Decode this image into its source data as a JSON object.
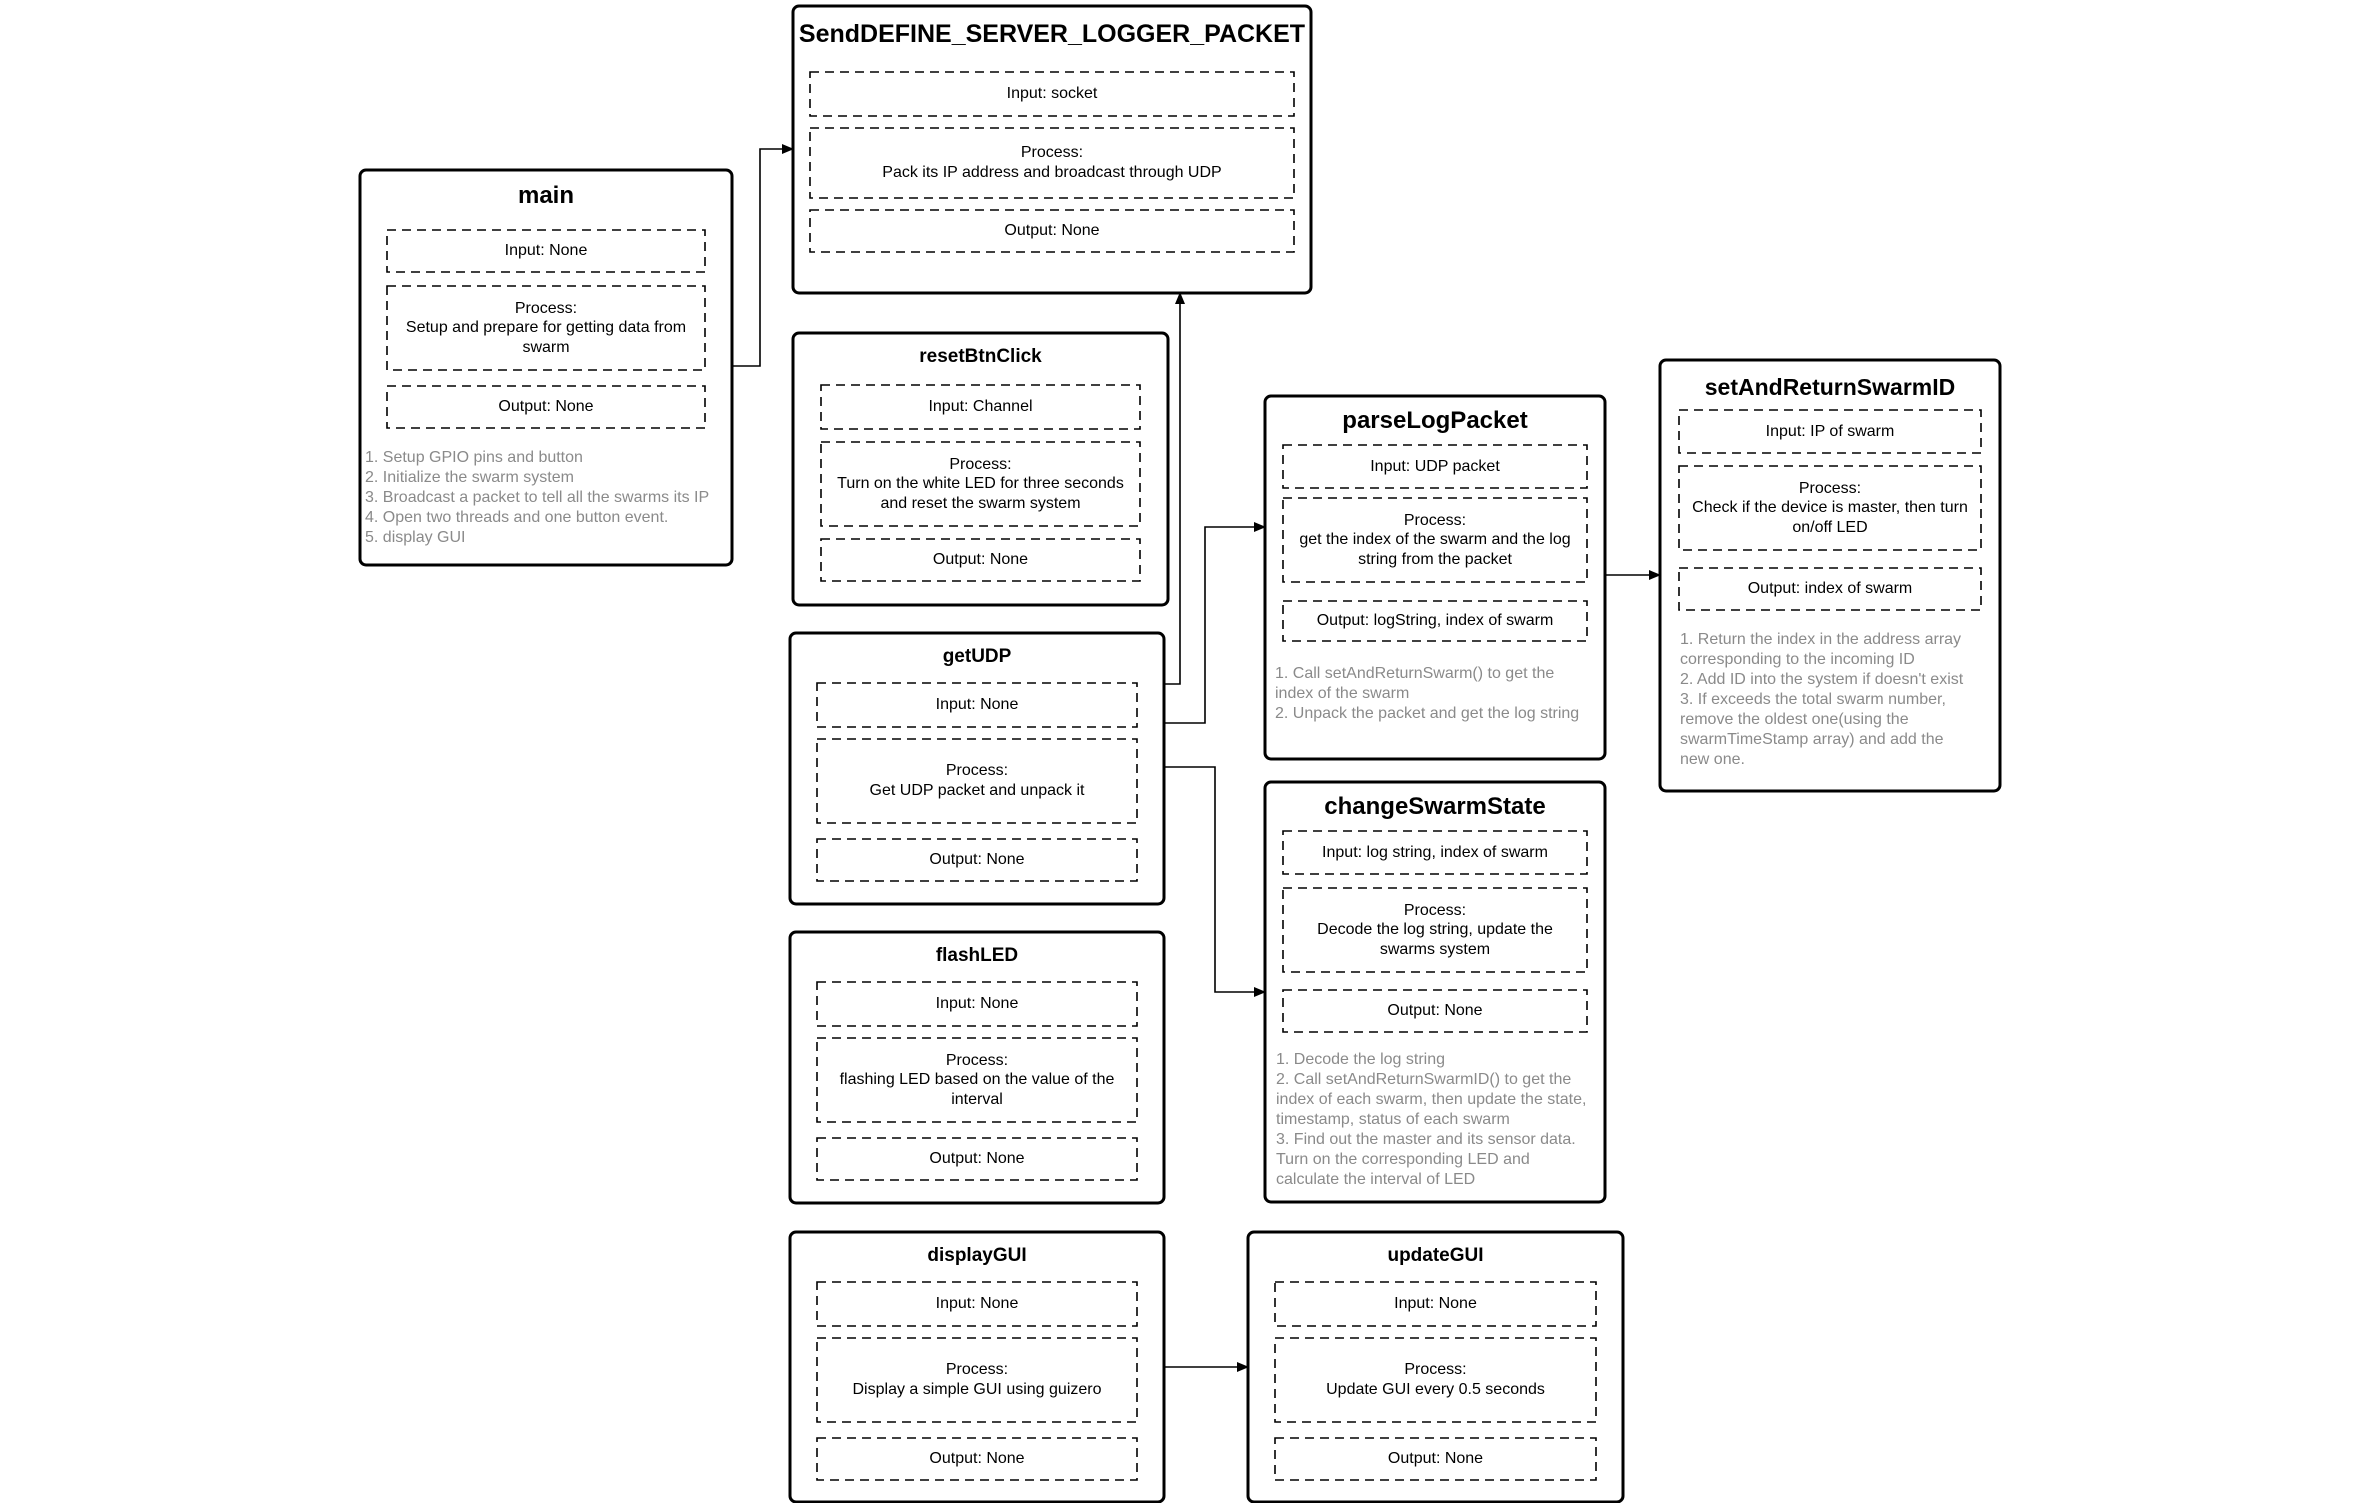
{
  "colors": {
    "stroke": "#000000",
    "background": "#ffffff",
    "text": "#000000",
    "note_text": "#8a8a8a"
  },
  "modules": [
    {
      "id": "send",
      "title": "SendDEFINE_SERVER_LOGGER_PACKET",
      "input": "Input: socket",
      "process": "Process:\nPack its IP address and broadcast through UDP",
      "output": "Output: None",
      "notes": []
    },
    {
      "id": "main",
      "title": "main",
      "input": "Input: None",
      "process": "Process:\nSetup and prepare for getting data from\nswarm",
      "output": "Output: None",
      "notes": [
        "1. Setup GPIO pins and button",
        "2. Initialize the swarm system",
        "3. Broadcast a packet to tell all the swarms its IP",
        "4. Open two threads and one button event.",
        "5. display GUI"
      ]
    },
    {
      "id": "reset",
      "title": "resetBtnClick",
      "input": "Input: Channel",
      "process": "Process:\nTurn on the white LED for three seconds\nand reset the swarm system",
      "output": "Output: None",
      "notes": []
    },
    {
      "id": "getudp",
      "title": "getUDP",
      "input": "Input: None",
      "process": "Process:\nGet UDP packet and unpack it",
      "output": "Output: None",
      "notes": []
    },
    {
      "id": "flash",
      "title": "flashLED",
      "input": "Input: None",
      "process": "Process:\nflashing LED based on the value of  the\ninterval",
      "output": "Output: None",
      "notes": []
    },
    {
      "id": "display",
      "title": "displayGUI",
      "input": "Input: None",
      "process": "Process:\nDisplay a simple GUI using guizero",
      "output": "Output: None",
      "notes": []
    },
    {
      "id": "update",
      "title": "updateGUI",
      "input": "Input: None",
      "process": "Process:\nUpdate GUI every 0.5 seconds",
      "output": "Output: None",
      "notes": []
    },
    {
      "id": "parse",
      "title": "parseLogPacket",
      "input": "Input: UDP packet",
      "process": "Process:\nget the index of the swarm and the log\nstring from the packet",
      "output": "Output: logString, index of swarm",
      "notes": [
        "1. Call setAndReturnSwarm() to get the\nindex of the swarm",
        "2. Unpack the packet and get the log string"
      ]
    },
    {
      "id": "change",
      "title": "changeSwarmState",
      "input": "Input: log string, index of swarm",
      "process": "Process:\nDecode the log string, update the\nswarms system",
      "output": "Output: None",
      "notes": [
        "1. Decode the log string",
        "2. Call setAndReturnSwarmID() to get the\nindex of each swarm, then update the state,\ntimestamp, status of each swarm",
        "3. Find out the master and its sensor data.\nTurn on the corresponding LED and\ncalculate the interval of LED"
      ]
    },
    {
      "id": "setid",
      "title": "setAndReturnSwarmID",
      "input": "Input: IP of swarm",
      "process": "Process:\nCheck if the device is master, then turn\non/off LED",
      "output": "Output: index of swarm",
      "notes": [
        "1. Return the index in the address array\ncorresponding to the incoming ID",
        "2. Add ID into the system if doesn't exist",
        "3. If exceeds the total swarm number,\nremove the oldest one(using the\nswarmTimeStamp array) and add the\nnew one."
      ]
    }
  ]
}
